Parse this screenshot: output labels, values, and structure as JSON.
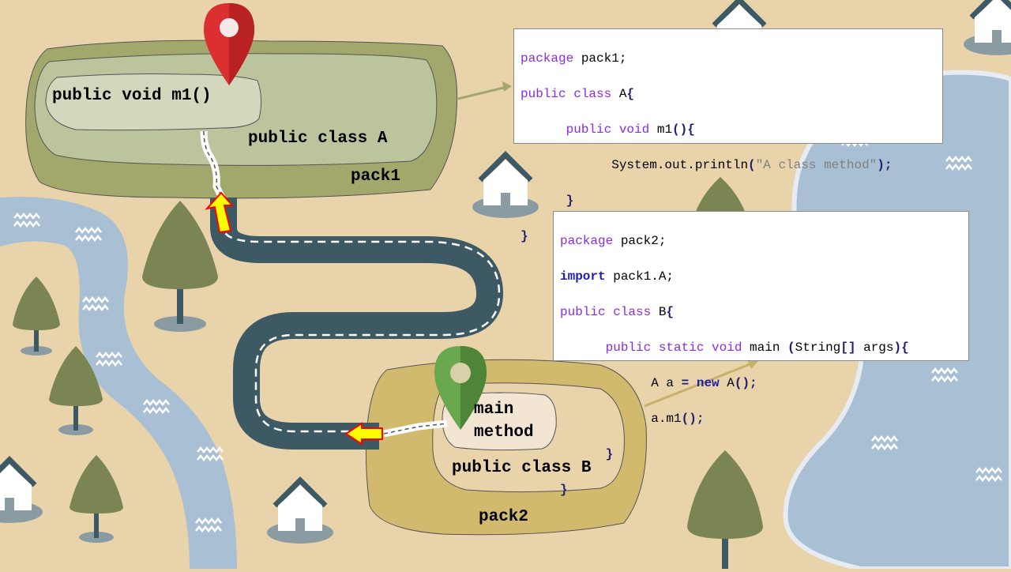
{
  "pack1": {
    "package_label": "pack1",
    "class_label": "public class A",
    "method_label": "public void m1()"
  },
  "pack2": {
    "package_label": "pack2",
    "class_label": "public class B",
    "method_label_line1": "main",
    "method_label_line2": "method"
  },
  "code_a": {
    "line1_kw": "package",
    "line1_text": " pack1;",
    "line2_kw": "public class",
    "line2_text": " A",
    "line2_punc": "{",
    "line3_kw": "public void",
    "line3_text": " m1",
    "line3_punc": "(){",
    "line4_text": "System.out.println",
    "line4_punc_open": "(",
    "line4_str": "\"A class method\"",
    "line4_punc_close": ");",
    "line5_punc": "}",
    "line6_punc": "}"
  },
  "code_b": {
    "line1_kw": "package",
    "line1_text": " pack2;",
    "line2_kw": "import",
    "line2_text": " pack1.A;",
    "line3_kw": "public class",
    "line3_text": " B",
    "line3_punc": "{",
    "line4_kw": "public static void",
    "line4_text": " main ",
    "line4_punc1": "(",
    "line4_text2": "String",
    "line4_punc2": "[]",
    "line4_text3": " args",
    "line4_punc3": "){",
    "line5_text": "A a ",
    "line5_punc1": "=",
    "line5_kw": " new",
    "line5_text2": " A",
    "line5_punc2": "();",
    "line6_text": "a.m1",
    "line6_punc": "();",
    "line7_punc": "}",
    "line8_punc": "}"
  },
  "colors": {
    "background": "#e8d3ab",
    "water": "#a8bfd4",
    "road": "#3d5a64",
    "pack1_outer": "#a2a86c",
    "pack1_inner": "#bcc49e",
    "pack1_method": "#d3d8bd",
    "pack2_outer": "#d1b96d",
    "pack2_inner": "#e8d3ab",
    "pack2_method": "#f2e6d3",
    "pin_red": "#dc2f2f",
    "pin_green": "#6aa84f",
    "arrow_yellow": "#ffff00",
    "arrow_red": "#ff0000",
    "tree": "#7b8553",
    "house_roof": "#3d5a64"
  },
  "icons": {
    "start_pin": "map-pin-red-icon",
    "end_pin": "map-pin-green-icon",
    "direction_arrow": "arrow-icon",
    "house": "house-icon",
    "tree": "tree-icon",
    "wave": "wave-icon"
  }
}
